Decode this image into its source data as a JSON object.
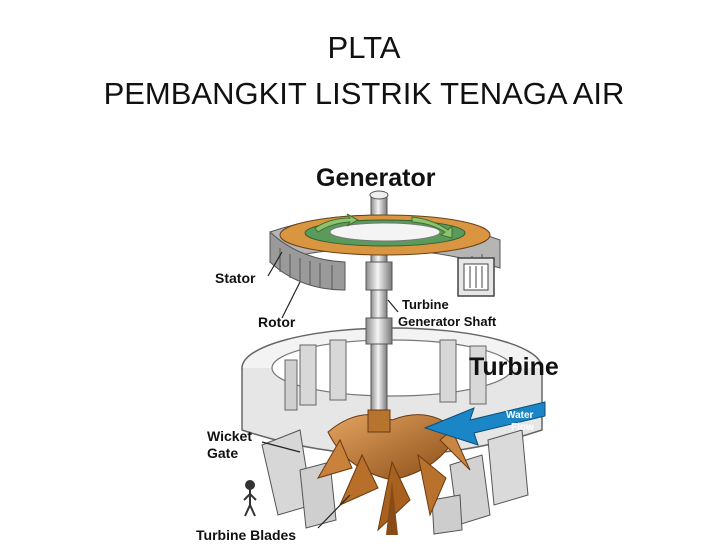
{
  "slide": {
    "title_line1": "PLTA",
    "title_line2": "PEMBANGKIT LISTRIK TENAGA AIR"
  },
  "diagram": {
    "labels": {
      "generator": "Generator",
      "stator": "Stator",
      "rotor": "Rotor",
      "shaft_line1": "Turbine",
      "shaft_line2": "Generator Shaft",
      "turbine": "Turbine",
      "water_line1": "Water",
      "water_line2": "Flow",
      "wicket_line1": "Wicket",
      "wicket_line2": "Gate",
      "blades": "Turbine Blades"
    },
    "colors": {
      "rotor_orange": "#d9953f",
      "stator_grey": "#9a9a9a",
      "rotor_green": "#5a9a5a",
      "water_blue": "#1a86c8",
      "blade_brown": "#b86f2a",
      "casing_light": "#ececec"
    }
  }
}
